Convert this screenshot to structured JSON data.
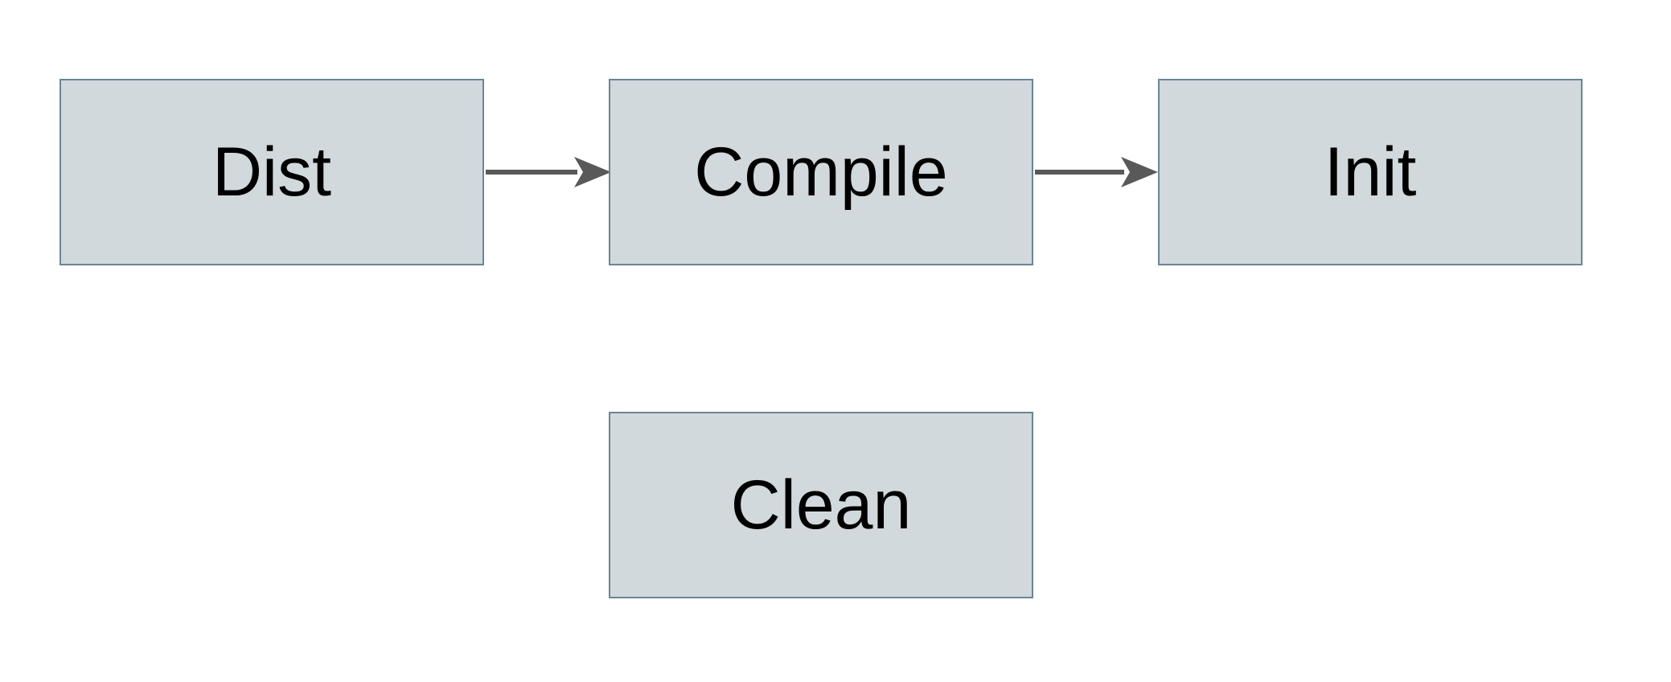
{
  "diagram": {
    "type": "flowchart",
    "nodes": [
      {
        "id": "dist",
        "label": "Dist"
      },
      {
        "id": "compile",
        "label": "Compile"
      },
      {
        "id": "init",
        "label": "Init"
      },
      {
        "id": "clean",
        "label": "Clean"
      }
    ],
    "edges": [
      {
        "from": "dist",
        "to": "compile",
        "direction": "right"
      },
      {
        "from": "compile",
        "to": "init",
        "direction": "right"
      }
    ],
    "colors": {
      "background": "#ffffff",
      "node_fill": "#d2d9dc",
      "node_border": "#6b8593",
      "arrow": "#595959",
      "text": "#000000"
    }
  }
}
